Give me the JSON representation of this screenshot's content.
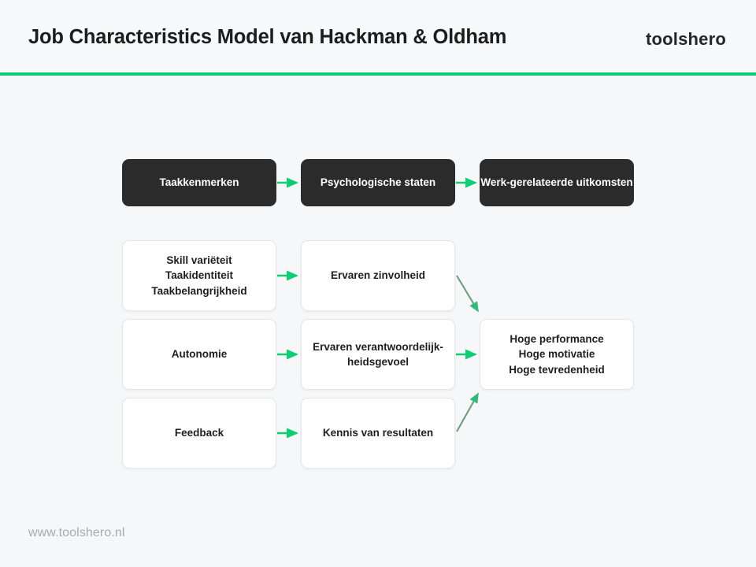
{
  "header": {
    "title": "Job Characteristics Model van Hackman & Oldham",
    "brand": "toolshero",
    "rule_color": "#0ccf73"
  },
  "footer": {
    "url": "www.toolshero.nl"
  },
  "colors": {
    "background": "#f6f7f8",
    "header_background": "#f8f9fa",
    "accent_green": "#0ccf73",
    "node_dark": "#2b2b2b",
    "node_light": "#ffffff",
    "node_light_border": "#e4e6e7",
    "footer_text": "#a7abae"
  },
  "diagram": {
    "type": "flow-diagram",
    "column_headers": [
      {
        "id": "taakkenmerken",
        "label": "Taakkenmerken"
      },
      {
        "id": "psych-staten",
        "label": "Psychologische staten"
      },
      {
        "id": "werk-uitkomsten",
        "label": "Werk-gerelateerde uitkomsten"
      }
    ],
    "rows": [
      {
        "id": "row-1",
        "left": "Skill variëteit\nTaakidentiteit\nTaakbelangrijkheid",
        "middle": "Ervaren zinvolheid"
      },
      {
        "id": "row-2",
        "left": "Autonomie",
        "middle": "Ervaren verantwoordelijk-heidsgevoel"
      },
      {
        "id": "row-3",
        "left": "Feedback",
        "middle": "Kennis van resultaten"
      }
    ],
    "outcome": "Hoge performance\nHoge motivatie\nHoge tevredenheid",
    "connections": [
      {
        "from": "taakkenmerken",
        "to": "psych-staten",
        "style": "horizontal-arrow"
      },
      {
        "from": "psych-staten",
        "to": "werk-uitkomsten",
        "style": "horizontal-arrow"
      },
      {
        "from": "row-1.left",
        "to": "row-1.middle",
        "style": "horizontal-arrow"
      },
      {
        "from": "row-2.left",
        "to": "row-2.middle",
        "style": "horizontal-arrow"
      },
      {
        "from": "row-3.left",
        "to": "row-3.middle",
        "style": "horizontal-arrow"
      },
      {
        "from": "row-1.middle",
        "to": "outcome",
        "style": "diagonal-arrow-down"
      },
      {
        "from": "row-2.middle",
        "to": "outcome",
        "style": "horizontal-arrow"
      },
      {
        "from": "row-3.middle",
        "to": "outcome",
        "style": "diagonal-arrow-up"
      }
    ]
  }
}
